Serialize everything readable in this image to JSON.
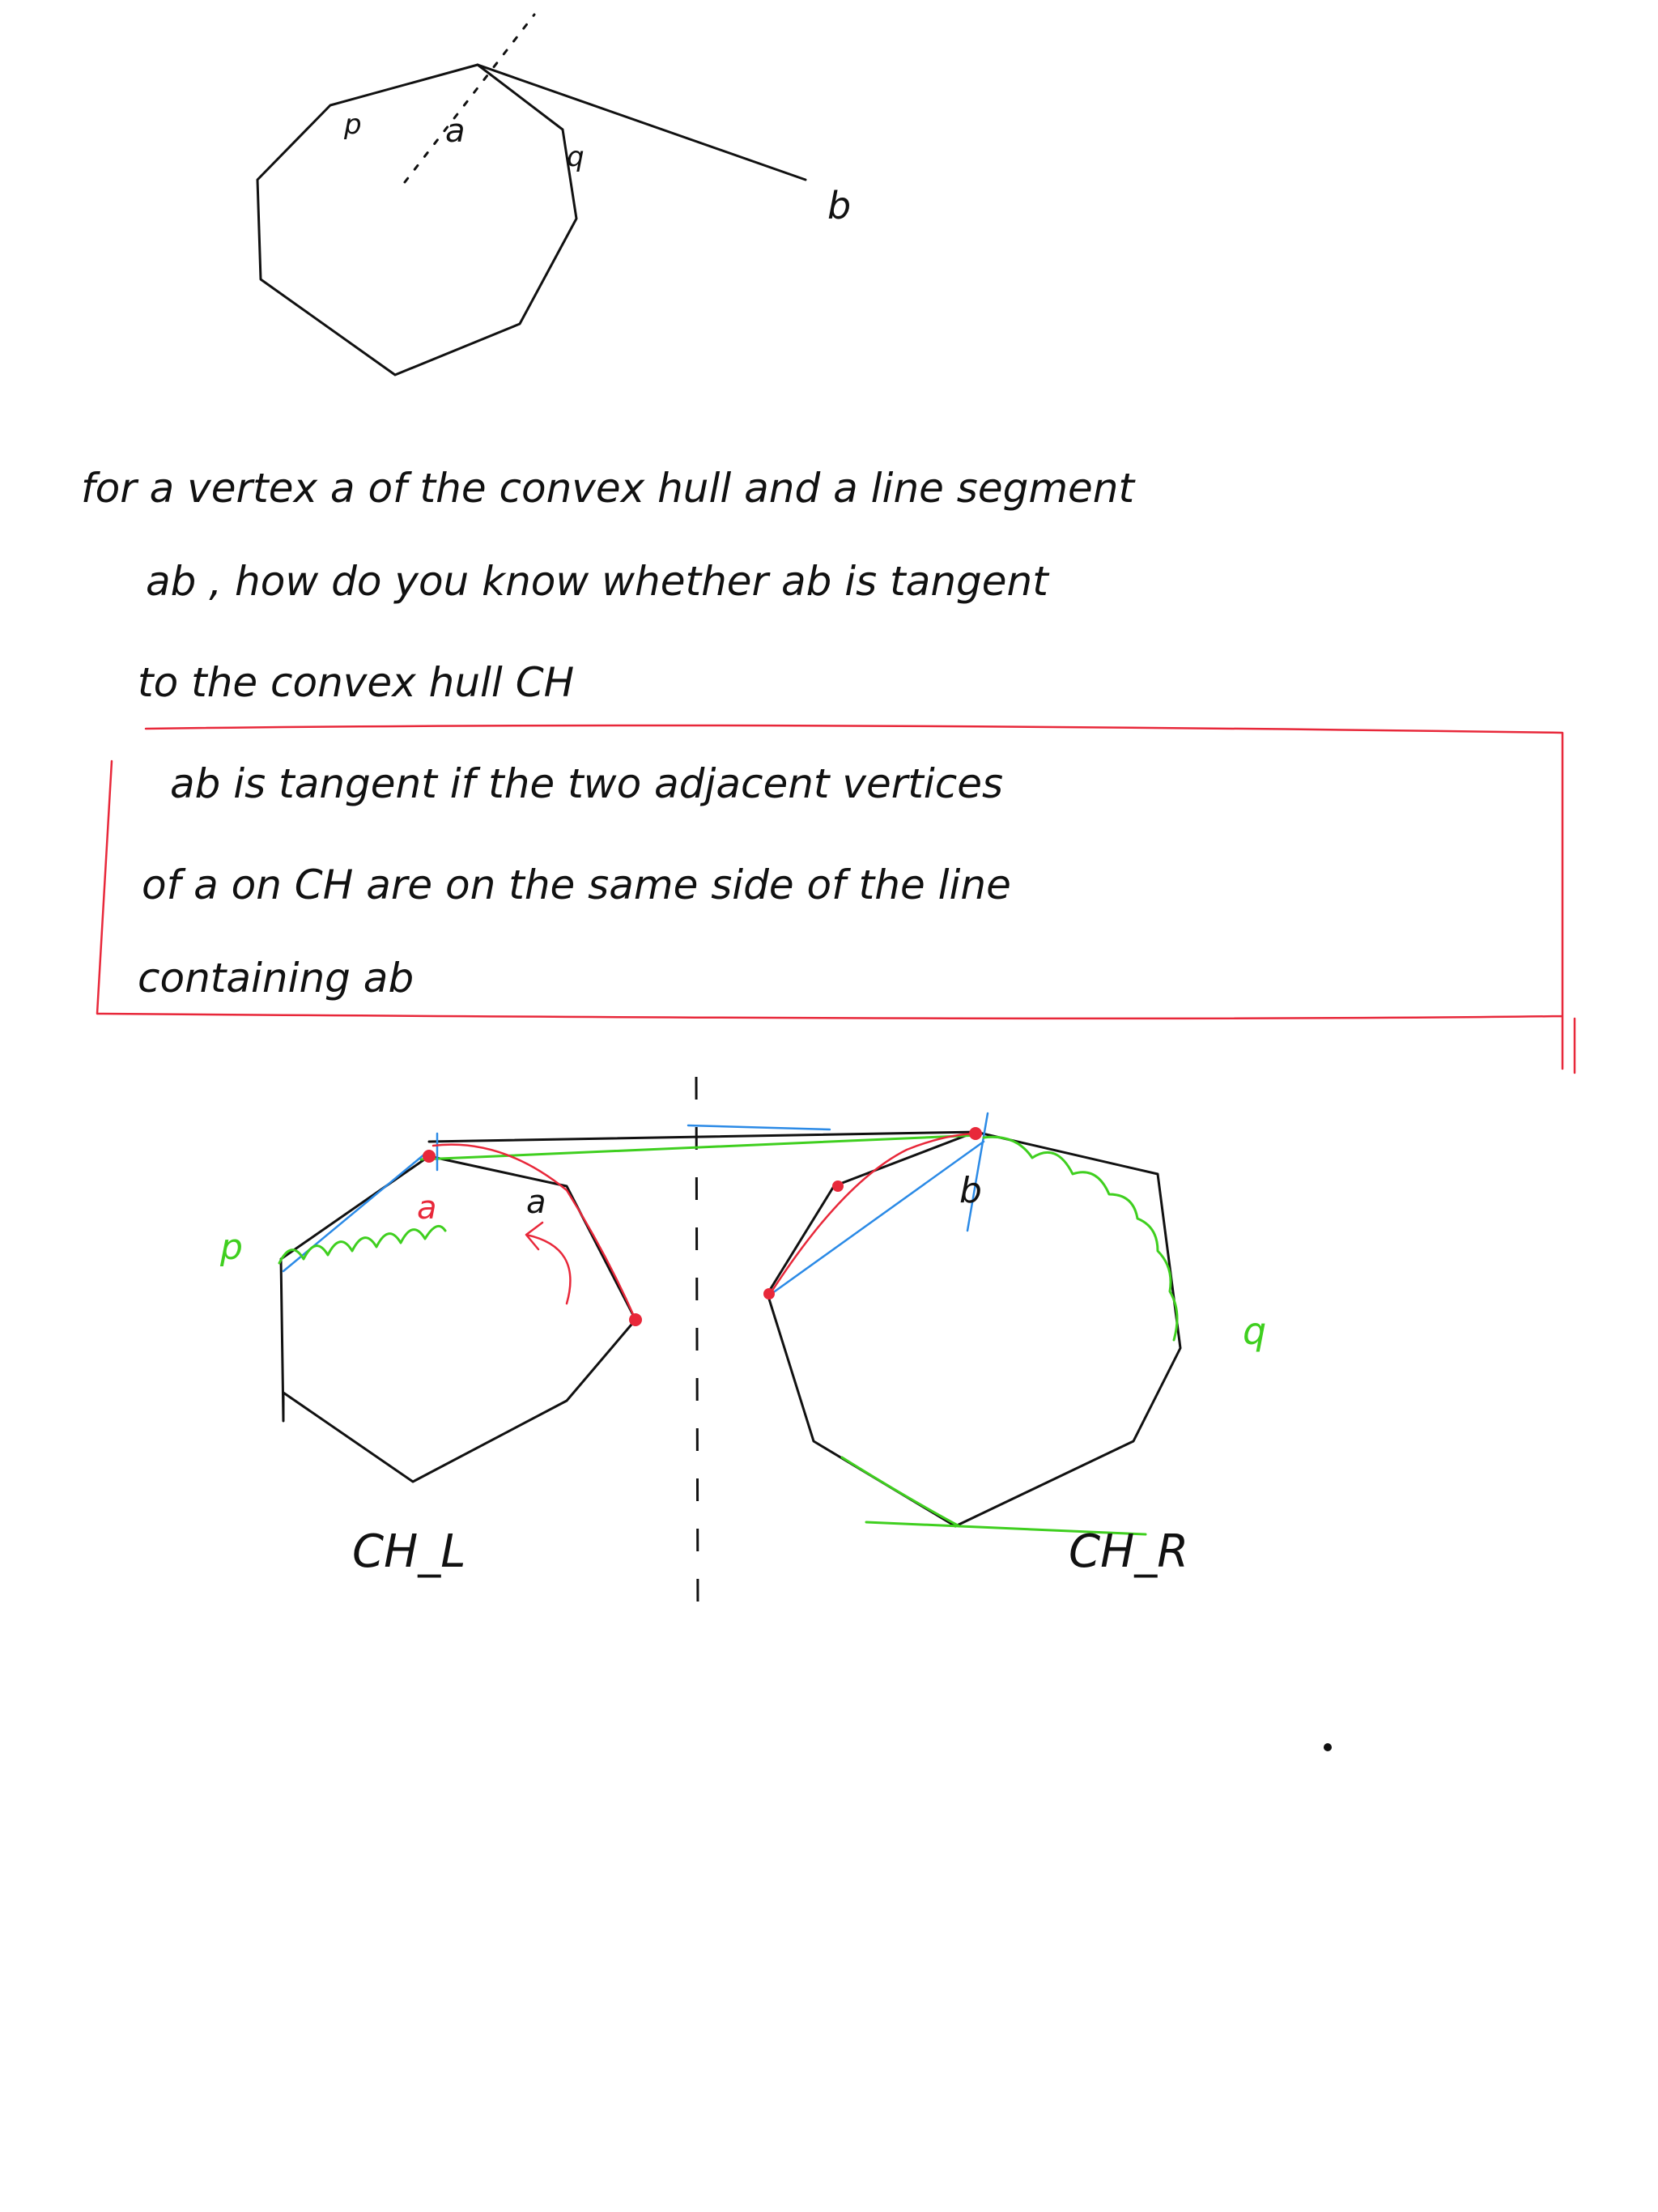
{
  "top_figure": {
    "vertex_label": "a",
    "left_neighbor_label": "p",
    "right_neighbor_label": "q",
    "endpoint_label": "b"
  },
  "question": {
    "line1": "for a vertex a of the convex hull and a line segment",
    "line2": "ab , how do you know whether ab is tangent",
    "line3": "to the convex hull CH"
  },
  "answer": {
    "line1": "ab is tangent if the two adjacent vertices",
    "line2": "of a on CH are on the same side of the line",
    "line3": "containing ab"
  },
  "bottom_figure": {
    "left_hull_label": "CH_L",
    "right_hull_label": "CH_R",
    "left_p_label": "p",
    "left_a_label_red": "a",
    "left_a_label_black": "a",
    "right_b_label": "b",
    "right_q_label": "q"
  },
  "colors": {
    "ink": "#111111",
    "highlight_box": "#e8283a",
    "green_marks": "#3fcf1f",
    "blue_marks": "#2b8ae6"
  }
}
